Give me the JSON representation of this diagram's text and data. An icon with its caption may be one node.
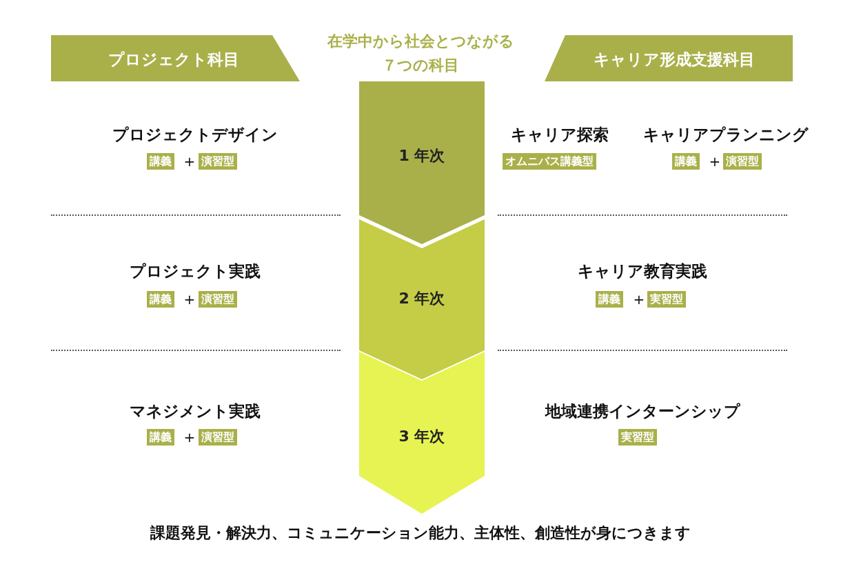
{
  "diagram": {
    "title": "在学中から社会とつながる７つの科目",
    "caption": "課題発見・解決力、コミュニケーション能力、主体性、創造性が身につきます",
    "nodes": [
      {
        "text": [
          "プロジェクト科目"
        ]
      },
      {
        "text": [
          "キャリア形成支援科目"
        ]
      },
      {
        "text": [
          "講義"
        ]
      },
      {
        "text": [
          "演習型"
        ]
      },
      {
        "text": [
          "1 年次"
        ]
      },
      {
        "text": [
          "オムニバス講義型"
        ]
      },
      {
        "text": [
          "講義"
        ]
      },
      {
        "text": [
          "演習型"
        ]
      },
      {
        "text": [
          "講義"
        ]
      },
      {
        "text": [
          "演習型"
        ]
      },
      {
        "text": [
          "2 年次"
        ]
      },
      {
        "text": [
          "講義"
        ]
      },
      {
        "text": [
          "実習型"
        ]
      },
      {
        "text": [
          "講義"
        ]
      },
      {
        "text": [
          "演習型"
        ]
      },
      {
        "text": [
          "3 年次"
        ]
      },
      {
        "text": [
          "実習型"
        ]
      }
    ],
    "labels": [
      "プロジェクトデザイン",
      "キャリア探索",
      "キャリアプランニング",
      "+",
      "+",
      "プロジェクト実践",
      "キャリア教育実践",
      "+",
      "+",
      "マネジメント実践",
      "地域連携インターンシップ",
      "+"
    ]
  }
}
